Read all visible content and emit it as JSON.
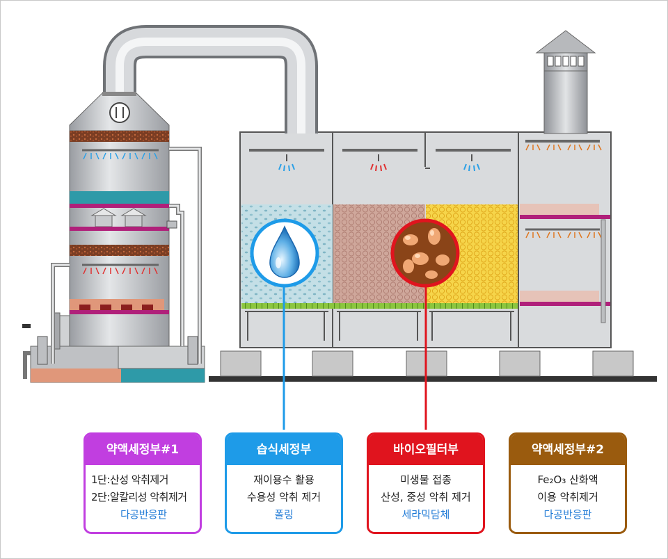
{
  "colors": {
    "purple": "#c13ee0",
    "blue": "#1e9be8",
    "red": "#e0141e",
    "brown": "#9a5b0e",
    "link_text": "#1f7ad6"
  },
  "cards": [
    {
      "title": "약액세정부#1",
      "lines": [
        "1단:산성 악취제거",
        "2단:알칼리성 악취제거"
      ],
      "highlight": "다공반응판"
    },
    {
      "title": "습식세정부",
      "lines": [
        "재이용수 활용",
        "수용성 악취 제거"
      ],
      "highlight": "폴링"
    },
    {
      "title": "바이오필터부",
      "lines": [
        "미생물 접종",
        "산성, 중성 악취 제거"
      ],
      "highlight": "세라믹담체"
    },
    {
      "title": "약액세정부#2",
      "lines": [
        "Fe₂O₃ 산화액",
        "이용 악취제거"
      ],
      "highlight": "다공반응판"
    }
  ],
  "icons": [
    "water-drop-icon",
    "microbe-icon",
    "gauge-icon"
  ]
}
